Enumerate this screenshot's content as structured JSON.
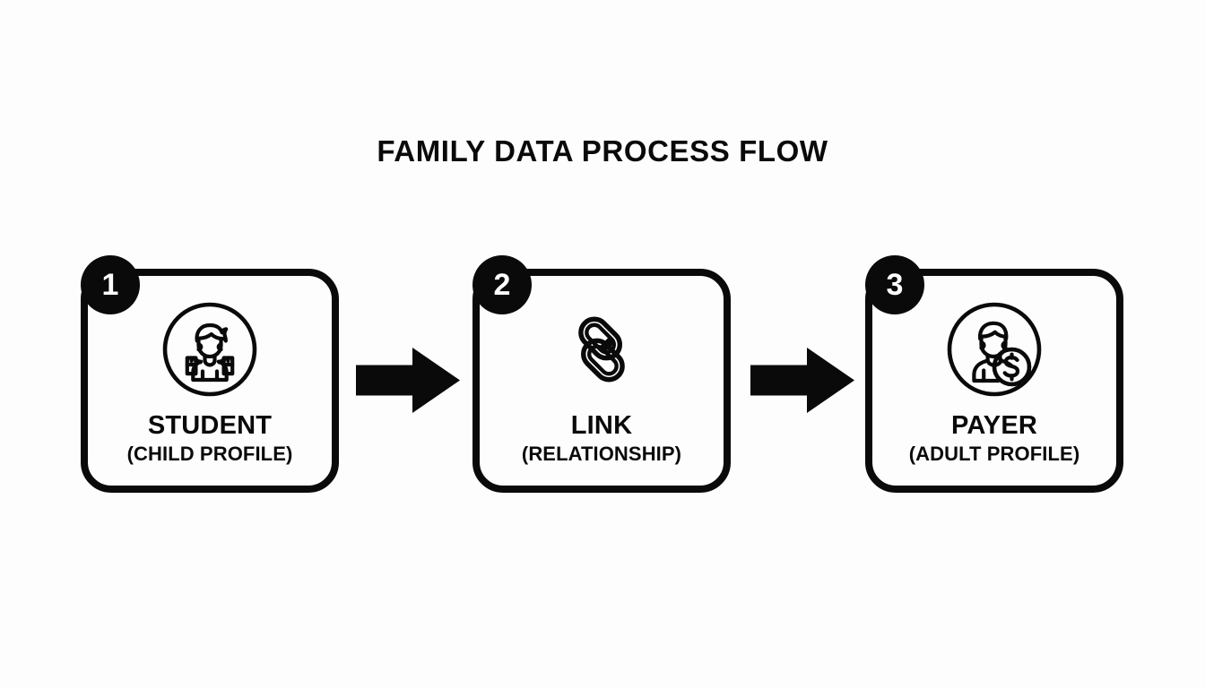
{
  "page": {
    "background_color": "#fdfdfd",
    "ink_color": "#0a0a0a",
    "title": "FAMILY DATA PROCESS FLOW"
  },
  "flow": {
    "steps": [
      {
        "number": "1",
        "icon": "student-child-backpack-icon",
        "label": "STUDENT",
        "sublabel": "(CHILD PROFILE)"
      },
      {
        "number": "2",
        "icon": "chain-link-icon",
        "label": "LINK",
        "sublabel": "(RELATIONSHIP)"
      },
      {
        "number": "3",
        "icon": "payer-adult-dollar-icon",
        "label": "PAYER",
        "sublabel": "(ADULT PROFILE)"
      }
    ],
    "connectors": [
      {
        "name": "arrow-right-1",
        "direction": "right"
      },
      {
        "name": "arrow-right-2",
        "direction": "right"
      }
    ]
  }
}
